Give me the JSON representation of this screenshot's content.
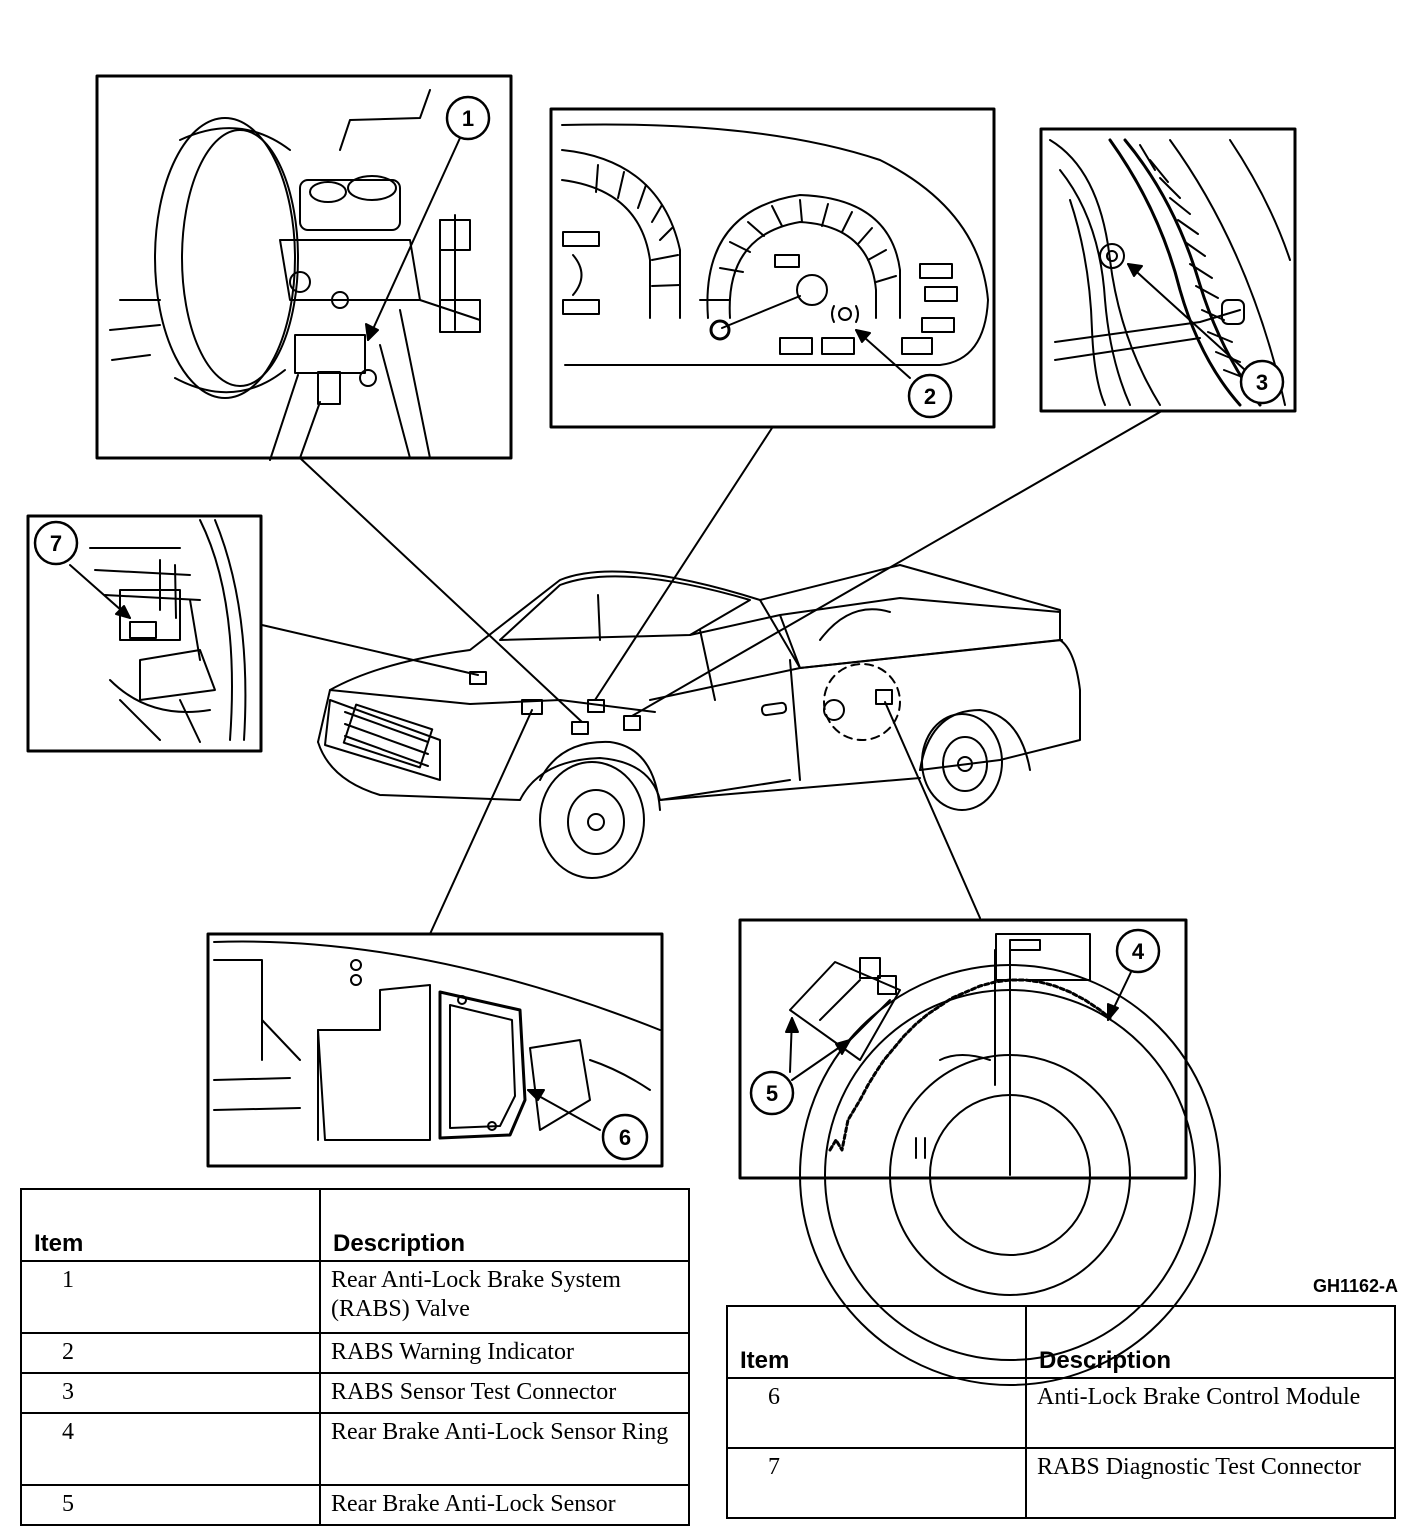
{
  "diagram": {
    "callouts": [
      "1",
      "2",
      "3",
      "4",
      "5",
      "6",
      "7"
    ],
    "figure_code": "GH1162-A"
  },
  "legend_left": {
    "header_item": "Item",
    "header_description": "Description",
    "rows": [
      {
        "item": "1",
        "description": "Rear Anti-Lock Brake System (RABS) Valve"
      },
      {
        "item": "2",
        "description": "RABS Warning Indicator"
      },
      {
        "item": "3",
        "description": "RABS Sensor Test Connector"
      },
      {
        "item": "4",
        "description": "Rear Brake Anti-Lock Sensor Ring"
      },
      {
        "item": "5",
        "description": "Rear Brake Anti-Lock Sensor"
      }
    ]
  },
  "legend_right": {
    "header_item": "Item",
    "header_description": "Description",
    "rows": [
      {
        "item": "6",
        "description": "Anti-Lock Brake Control Module"
      },
      {
        "item": "7",
        "description": "RABS Diagnostic Test Connector"
      }
    ]
  }
}
